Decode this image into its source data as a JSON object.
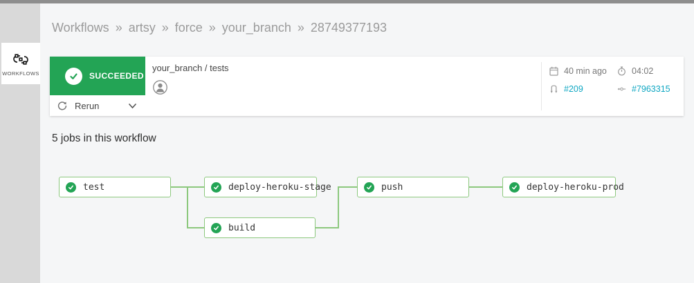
{
  "sidebar": {
    "active_item": {
      "label": "WORKFLOWS"
    }
  },
  "breadcrumb": {
    "separator": "»",
    "items": [
      "Workflows",
      "artsy",
      "force",
      "your_branch",
      "28749377193"
    ]
  },
  "workflow_card": {
    "status_label": "SUCCEEDED",
    "rerun_label": "Rerun",
    "title": "your_branch / tests",
    "meta": {
      "time_ago": "40 min ago",
      "duration": "04:02",
      "pull_request": "#209",
      "commit": "#7963315"
    }
  },
  "jobs_heading": "5 jobs in this workflow",
  "graph": {
    "nodes": [
      {
        "id": "test",
        "label": "test",
        "status": "success"
      },
      {
        "id": "deploy-heroku-stage",
        "label": "deploy-heroku-stage",
        "status": "success"
      },
      {
        "id": "build",
        "label": "build",
        "status": "success"
      },
      {
        "id": "push",
        "label": "push",
        "status": "success"
      },
      {
        "id": "deploy-heroku-prod",
        "label": "deploy-heroku-prod",
        "status": "success"
      }
    ],
    "edges": [
      [
        "test",
        "deploy-heroku-stage"
      ],
      [
        "test",
        "build"
      ],
      [
        "build",
        "push"
      ],
      [
        "push",
        "deploy-heroku-prod"
      ]
    ]
  },
  "colors": {
    "success_green": "#23a455",
    "node_border_green": "#8cc87d",
    "link_teal": "#0da6c2",
    "sidebar_gray": "#d9d9d9",
    "background": "#f5f6f7"
  }
}
